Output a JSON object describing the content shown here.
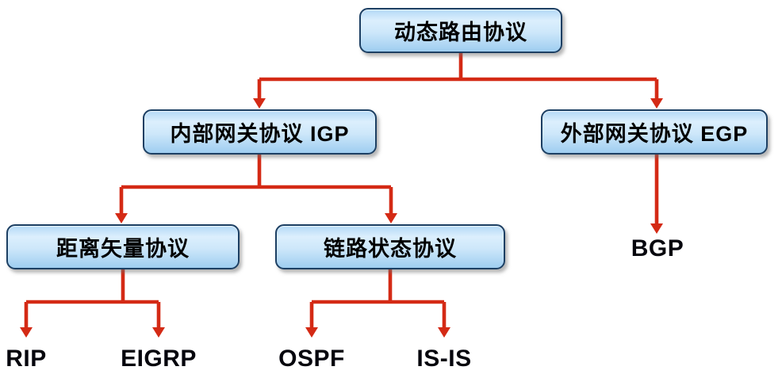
{
  "nodes": {
    "root": {
      "label": "动态路由协议"
    },
    "igp": {
      "label": "内部网关协议 IGP"
    },
    "egp": {
      "label": "外部网关协议 EGP"
    },
    "distance_vector": {
      "label": "距离矢量协议"
    },
    "link_state": {
      "label": "链路状态协议"
    },
    "rip": {
      "label": "RIP"
    },
    "eigrp": {
      "label": "EIGRP"
    },
    "ospf": {
      "label": "OSPF"
    },
    "isis": {
      "label": "IS-IS"
    },
    "bgp": {
      "label": "BGP"
    }
  },
  "edges": [
    {
      "from": "动态路由协议",
      "to": "内部网关协议 IGP"
    },
    {
      "from": "动态路由协议",
      "to": "外部网关协议 EGP"
    },
    {
      "from": "内部网关协议 IGP",
      "to": "距离矢量协议"
    },
    {
      "from": "内部网关协议 IGP",
      "to": "链路状态协议"
    },
    {
      "from": "距离矢量协议",
      "to": "RIP"
    },
    {
      "from": "距离矢量协议",
      "to": "EIGRP"
    },
    {
      "from": "链路状态协议",
      "to": "OSPF"
    },
    {
      "from": "链路状态协议",
      "to": "IS-IS"
    },
    {
      "from": "外部网关协议 EGP",
      "to": "BGP"
    }
  ],
  "colors": {
    "arrow": "#d42a15",
    "box_border": "#1c3f63",
    "box_fill_top": "#b2d8f6",
    "box_fill_bottom": "#9ecdf0",
    "text": "#000000",
    "leaf_text": "#06060d",
    "bg": "#ffffff"
  }
}
